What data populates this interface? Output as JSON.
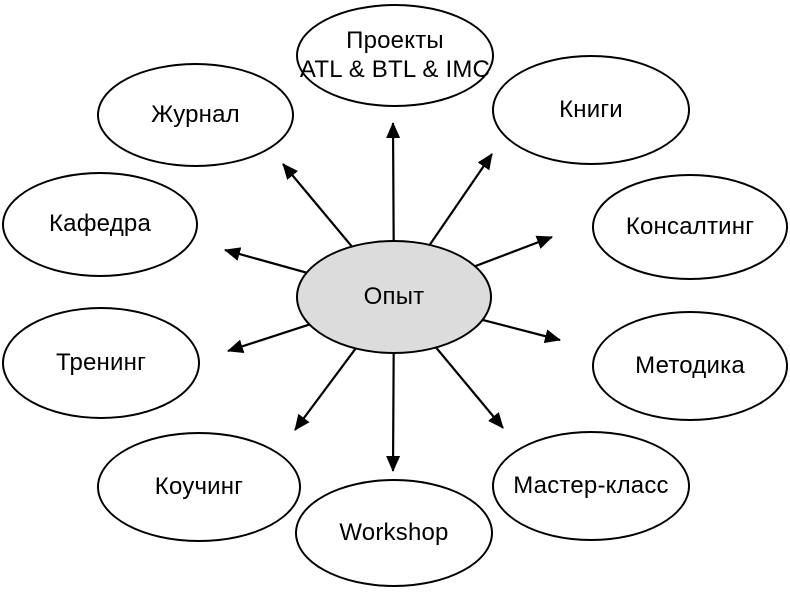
{
  "diagram": {
    "name": "experience-mindmap",
    "center": {
      "label": "Опыт"
    },
    "nodes": [
      {
        "id": "projects",
        "label": "Проекты\nATL & BTL & IMC"
      },
      {
        "id": "books",
        "label": "Книги"
      },
      {
        "id": "consulting",
        "label": "Консалтинг"
      },
      {
        "id": "methodology",
        "label": "Методика"
      },
      {
        "id": "master-class",
        "label": "Мастер-класс"
      },
      {
        "id": "workshop",
        "label": "Workshop"
      },
      {
        "id": "coaching",
        "label": "Коучинг"
      },
      {
        "id": "training",
        "label": "Тренинг"
      },
      {
        "id": "department",
        "label": "Кафедра"
      },
      {
        "id": "journal",
        "label": "Журнал"
      }
    ],
    "colors": {
      "stroke": "#000000",
      "node_fill": "#ffffff",
      "center_fill": "#dcdcdc",
      "text": "#000000",
      "background": "#ffffff"
    }
  }
}
